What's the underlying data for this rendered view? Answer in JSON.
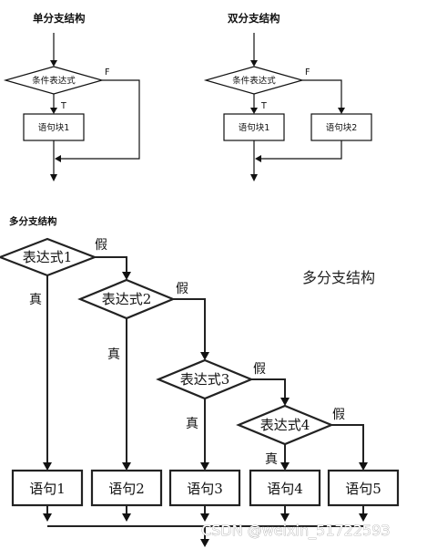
{
  "single_branch": {
    "title": "单分支结构",
    "condition": "条件表达式",
    "true_tag": "T",
    "false_tag": "F",
    "block": "语句块1"
  },
  "double_branch": {
    "title": "双分支结构",
    "condition": "条件表达式",
    "true_tag": "T",
    "false_tag": "F",
    "block_true": "语句块1",
    "block_false": "语句块2"
  },
  "multi_branch": {
    "title": "多分支结构",
    "side_title": "多分支结构",
    "conditions": [
      "表达式1",
      "表达式2",
      "表达式3",
      "表达式4"
    ],
    "true_tag": "真",
    "false_tag": "假",
    "statements": [
      "语句1",
      "语句2",
      "语句3",
      "语句4",
      "语句5"
    ]
  },
  "watermark": "CSDN @weixin_51722593"
}
